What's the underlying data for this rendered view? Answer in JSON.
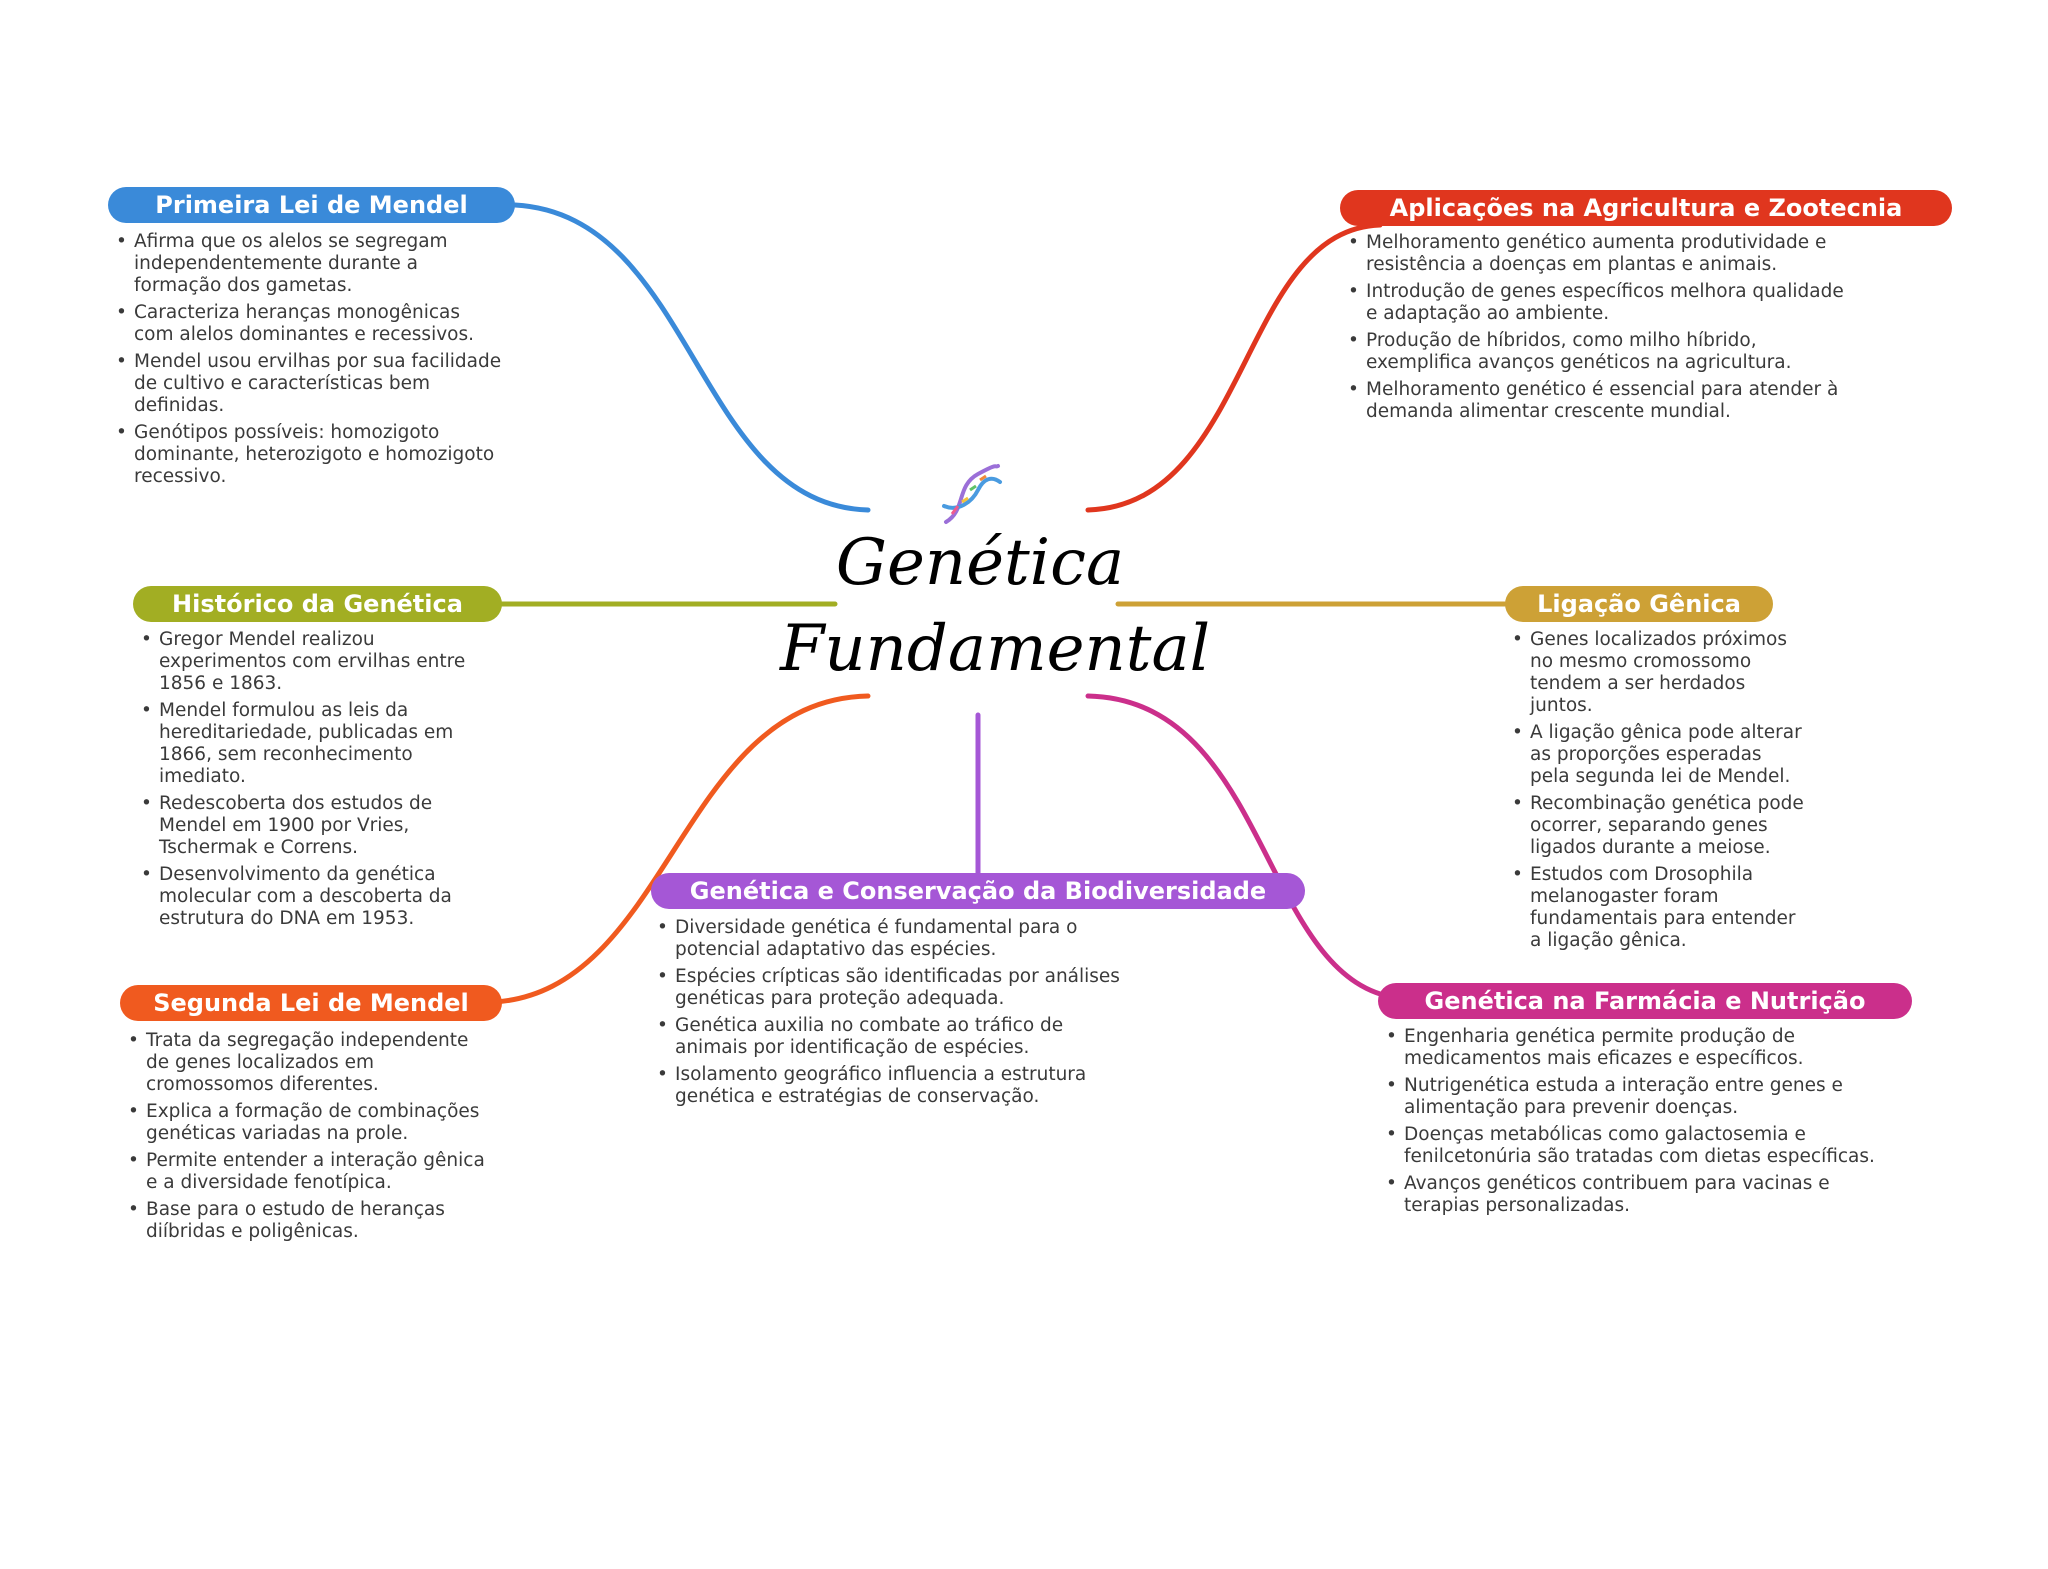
{
  "title": {
    "line1": "Genética",
    "line2": "Fundamental"
  },
  "center_icon": "dna-icon",
  "branches": [
    {
      "id": "primeira-lei",
      "label": "Primeira Lei de Mendel",
      "color": "#3a8ad9",
      "items": [
        "Afirma que os alelos se segregam independentemente durante a formação dos gametas.",
        "Caracteriza heranças monogênicas com alelos dominantes e recessivos.",
        "Mendel usou ervilhas por sua facilidade de cultivo e características bem definidas.",
        "Genótipos possíveis: homozigoto dominante, heterozigoto e homozigoto recessivo."
      ]
    },
    {
      "id": "aplicacoes",
      "label": "Aplicações na Agricultura e Zootecnia",
      "color": "#e0361e",
      "items": [
        "Melhoramento genético aumenta produtividade e resistência a doenças em plantas e animais.",
        "Introdução de genes específicos melhora qualidade e adaptação ao ambiente.",
        "Produção de híbridos, como milho híbrido, exemplifica avanços genéticos na agricultura.",
        "Melhoramento genético é essencial para atender à demanda alimentar crescente mundial."
      ]
    },
    {
      "id": "historico",
      "label": "Histórico da Genética",
      "color": "#a2ae23",
      "items": [
        "Gregor Mendel realizou experimentos com ervilhas entre 1856 e 1863.",
        "Mendel formulou as leis da hereditariedade, publicadas em 1866, sem reconhecimento imediato.",
        "Redescoberta dos estudos de Mendel em 1900 por Vries, Tschermak e Correns.",
        "Desenvolvimento da genética molecular com a descoberta da estrutura do DNA em 1953."
      ]
    },
    {
      "id": "ligacao",
      "label": "Ligação Gênica",
      "color": "#cda136",
      "items": [
        "Genes localizados próximos no mesmo cromossomo tendem a ser herdados juntos.",
        "A ligação gênica pode alterar as proporções esperadas pela segunda lei de Mendel.",
        "Recombinação genética pode ocorrer, separando genes ligados durante a meiose.",
        "Estudos com Drosophila melanogaster foram fundamentais para entender a ligação gênica."
      ]
    },
    {
      "id": "conservacao",
      "label": "Genética e Conservação da Biodiversidade",
      "color": "#a557d6",
      "items": [
        "Diversidade genética é fundamental para o potencial adaptativo das espécies.",
        "Espécies crípticas são identificadas por análises genéticas para proteção adequada.",
        "Genética auxilia no combate ao tráfico de animais por identificação de espécies.",
        "Isolamento geográfico influencia a estrutura genética e estratégias de conservação."
      ]
    },
    {
      "id": "segunda-lei",
      "label": "Segunda Lei de Mendel",
      "color": "#f05a1f",
      "items": [
        "Trata da segregação independente de genes localizados em cromossomos diferentes.",
        "Explica a formação de combinações genéticas variadas na prole.",
        "Permite entender a interação gênica e a diversidade fenotípica.",
        "Base para o estudo de heranças diíbridas e poligênicas."
      ]
    },
    {
      "id": "farmacia",
      "label": "Genética na Farmácia e Nutrição",
      "color": "#cb2f8b",
      "items": [
        "Engenharia genética permite produção de medicamentos mais eficazes e específicos.",
        "Nutrigenética estuda a interação entre genes e alimentação para prevenir doenças.",
        "Doenças metabólicas como galactosemia e fenilcetonúria são tratadas com dietas específicas.",
        "Avanços genéticos contribuem para vacinas e terapias personalizadas."
      ]
    }
  ]
}
